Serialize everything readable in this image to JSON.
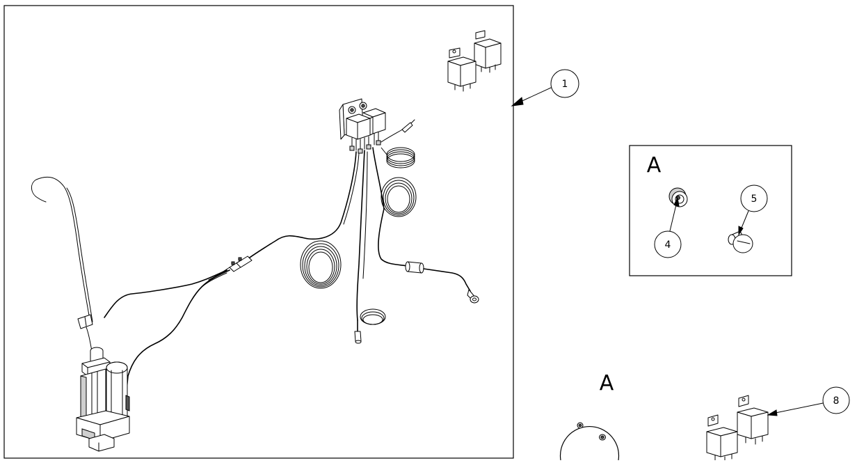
{
  "callouts": {
    "c1": "1",
    "c4": "4",
    "c5": "5",
    "c8": "8"
  },
  "detail_labels": {
    "upper": "A",
    "lower": "A"
  },
  "colors": {
    "line": "#000000",
    "background": "#ffffff",
    "shading": "#cfcfcf"
  },
  "icons": [
    "relay-icon",
    "linear-actuator-icon",
    "wire-coil-icon",
    "connector-icon",
    "ring-terminal-icon",
    "grommet-icon",
    "plug-icon"
  ]
}
